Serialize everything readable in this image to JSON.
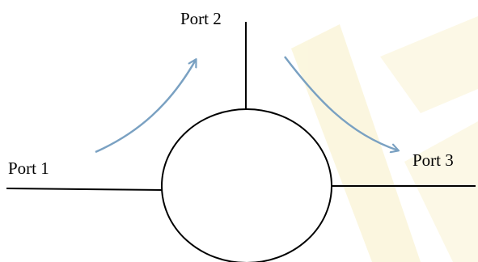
{
  "diagram": {
    "ports": [
      {
        "label": "Port 1"
      },
      {
        "label": "Port 2"
      },
      {
        "label": "Port 3"
      }
    ],
    "colors": {
      "line": "#000000",
      "arrow": "#7aa1c2",
      "watermark": "#fbf6dc"
    },
    "icons": {
      "flow_arrow_1_to_2": "curved-arrow-icon",
      "flow_arrow_2_to_3": "curved-arrow-icon"
    }
  }
}
